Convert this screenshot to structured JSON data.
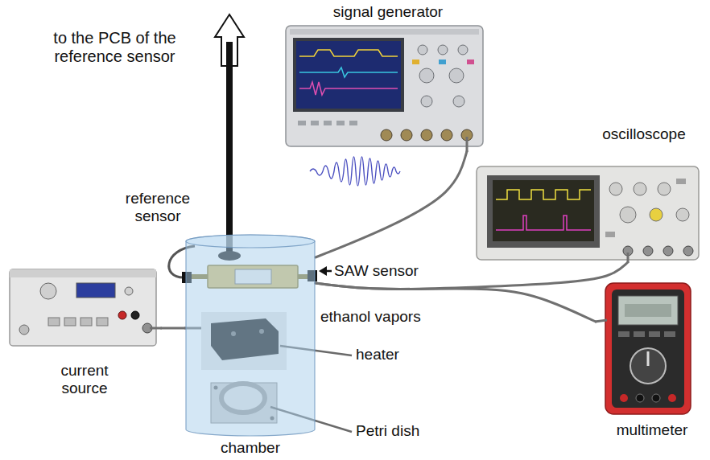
{
  "diagram": {
    "nodes": [
      {
        "text": [
          "signal generator"
        ]
      },
      {
        "text": [
          "oscilloscope"
        ]
      },
      {
        "text": [
          "current source"
        ]
      },
      {
        "text": [
          "chamber"
        ]
      },
      {
        "text": [
          "multimeter"
        ]
      }
    ],
    "edges": [
      {
        "from": 0,
        "to": 3,
        "arrow": "none"
      },
      {
        "from": 1,
        "to": 3,
        "arrow": "none"
      },
      {
        "from": 2,
        "to": 3,
        "arrow": "none"
      },
      {
        "from": 4,
        "to": 3,
        "arrow": "none"
      }
    ],
    "labels": [
      "to the PCB of the reference sensor",
      "reference sensor",
      "SAW sensor",
      "ethanol vapors",
      "heater",
      "Petri dish"
    ]
  }
}
